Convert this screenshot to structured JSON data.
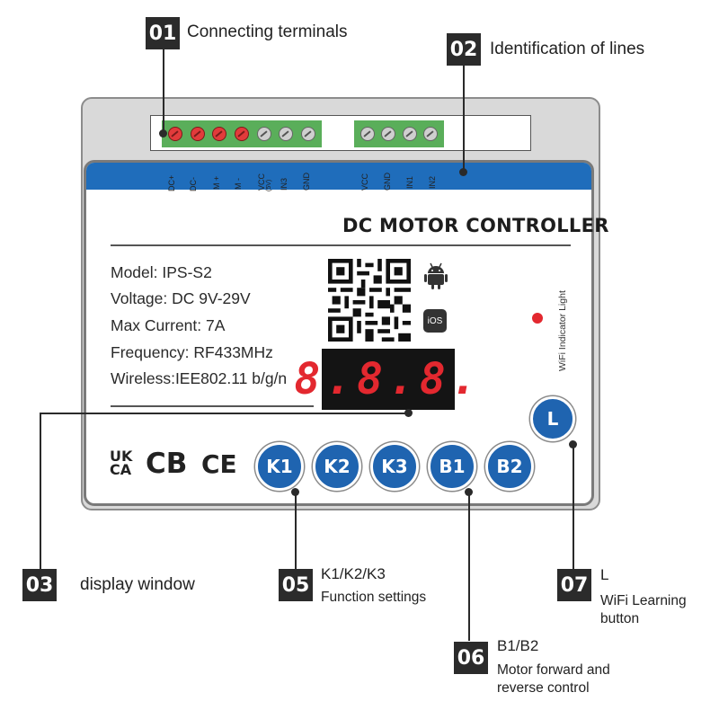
{
  "callouts": {
    "c01": {
      "num": "01",
      "label": "Connecting terminals"
    },
    "c02": {
      "num": "02",
      "label": "Identification of lines"
    },
    "c03": {
      "num": "03",
      "label": "display window"
    },
    "c05": {
      "num": "05",
      "title": "K1/K2/K3",
      "sub": "Function settings"
    },
    "c06": {
      "num": "06",
      "title": "B1/B2",
      "sub1": "Motor forward and",
      "sub2": "reverse control"
    },
    "c07": {
      "num": "07",
      "title": "L",
      "sub1": "WiFi Learning",
      "sub2": "button"
    }
  },
  "terminals": {
    "left_labels": [
      "DC+",
      "DC-",
      "M +",
      "M -",
      "VCC",
      "IN3",
      "GND"
    ],
    "vcc_note": "(5V)",
    "right_labels": [
      "VCC",
      "GND",
      "IN1",
      "IN2"
    ]
  },
  "panel": {
    "title": "DC MOTOR CONTROLLER",
    "specs": [
      "Model: IPS-S2",
      "Voltage: DC 9V-29V",
      "Max Current: 7A",
      "Frequency: RF433MHz",
      "Wireless:IEE802.11 b/g/n"
    ],
    "display_text": "8.8.8.",
    "wifi_label": "WiFi Indicator Light",
    "ios_label": "iOS",
    "certs": {
      "ukca_top": "UK",
      "ukca_bottom": "CA",
      "cb": "CB",
      "ce": "CE"
    }
  },
  "buttons": [
    "K1",
    "K2",
    "K3",
    "B1",
    "B2"
  ],
  "learn_button": "L",
  "colors": {
    "panel_blue": "#1f6dbb",
    "button_blue": "#1f64b0",
    "terminal_green": "#5aae5a",
    "segment_red": "#e3282f",
    "badge": "#2b2b2b"
  }
}
